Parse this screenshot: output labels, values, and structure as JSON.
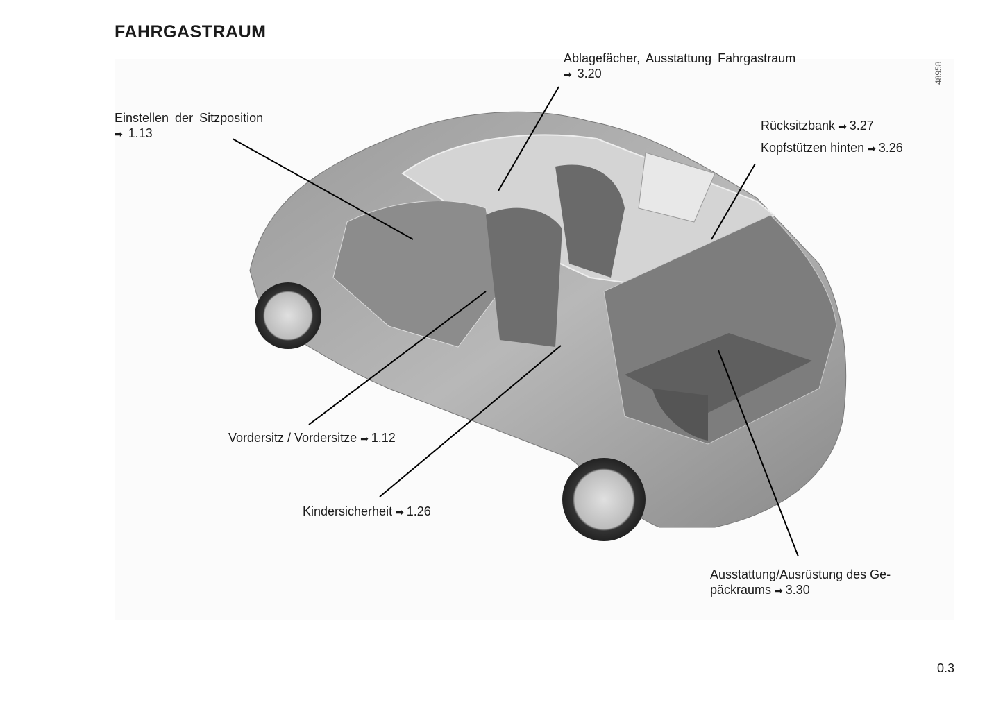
{
  "page": {
    "title": "FAHRGASTRAUM",
    "page_number": "0.3",
    "figure_number": "48958"
  },
  "callouts": [
    {
      "label": "Ablagefächer, Ausstattung Fahrgastraum",
      "ref": "3.20"
    },
    {
      "label": "Einstellen der Sitzposition",
      "ref": "1.13"
    },
    {
      "label": "Rücksitzbank",
      "ref": "3.27"
    },
    {
      "label": "Kopfstützen hinten",
      "ref": "3.26"
    },
    {
      "label": "Vordersitz / Vordersitze",
      "ref": "1.12"
    },
    {
      "label": "Kindersicherheit",
      "ref": "1.26"
    },
    {
      "label": "Ausstattung/Ausrüstung des Ge-päckraums",
      "ref": "3.30"
    }
  ]
}
